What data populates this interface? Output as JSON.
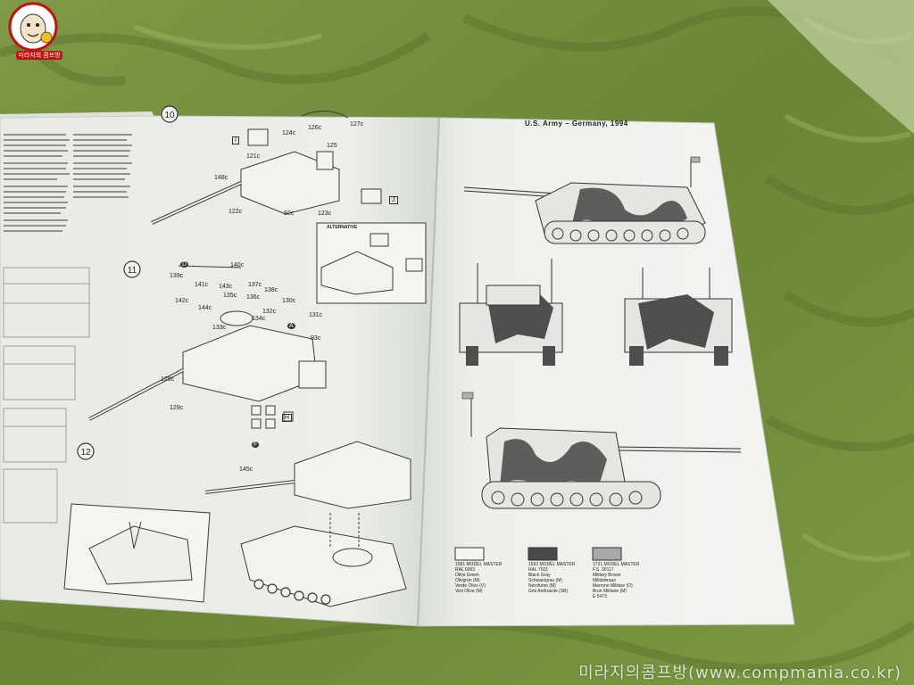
{
  "watermark": "미라지의콤프방(www.compmania.co.kr)",
  "logo": {
    "badge_text": "미라지의 콤프방"
  },
  "right_page": {
    "title": "U.S. Army – Germany, 1994",
    "colors": [
      {
        "swatch": "#f4f4f0",
        "lines": [
          "1581 MODEL MASTER",
          "RAL 6003",
          "Olive Green",
          "Olivgrün (M)",
          "Verde Olivo (V)",
          "Vert Olive (M)"
        ]
      },
      {
        "swatch": "#4a4a4a",
        "lines": [
          "1592 MODEL MASTER",
          "RAL 7021",
          "Black Gray",
          "Schwarzgrau (M)",
          "Nerofumo (M)",
          "Gris Anthracite (SB)"
        ]
      },
      {
        "swatch": "#a8a8a8",
        "lines": [
          "1731 MODEL MASTER",
          "F.S. 30117",
          "Military Brown",
          "Militärbraun",
          "Marrone Militare (O)",
          "Brun Militaire (M)",
          "E 5473"
        ]
      }
    ]
  },
  "left_page": {
    "steps": [
      "10",
      "11",
      "12"
    ],
    "alternative_label": "ALTERNATIVE",
    "part_labels": [
      "127c",
      "126c",
      "125",
      "124c",
      "121c",
      "148c",
      "122c",
      "92c",
      "123c",
      "140c",
      "139c",
      "141c",
      "143c",
      "137c",
      "138c",
      "142c",
      "144c",
      "135c",
      "136c",
      "130c",
      "132c",
      "134c",
      "131c",
      "133c",
      "93c",
      "128c",
      "129c",
      "145c"
    ],
    "letter_markers": [
      "I",
      "J",
      "D",
      "A",
      "H",
      "F"
    ]
  }
}
